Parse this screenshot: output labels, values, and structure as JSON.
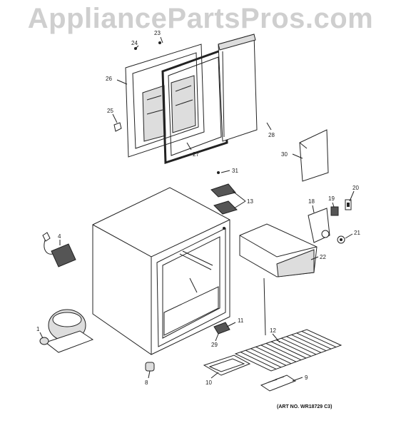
{
  "watermark": "AppliancePartsPros.com",
  "art_number": "(ART NO. WR18729 C3)",
  "callouts": {
    "c1": "1",
    "c4": "4",
    "c8": "8",
    "c9": "9",
    "c10": "10",
    "c11": "11",
    "c12": "12",
    "c13": "13",
    "c18": "18",
    "c19": "19",
    "c20": "20",
    "c21": "21",
    "c22": "22",
    "c23": "23",
    "c24": "24",
    "c25": "25",
    "c26": "26",
    "c27": "27",
    "c28": "28",
    "c29": "29",
    "c30": "30",
    "c31": "31"
  }
}
